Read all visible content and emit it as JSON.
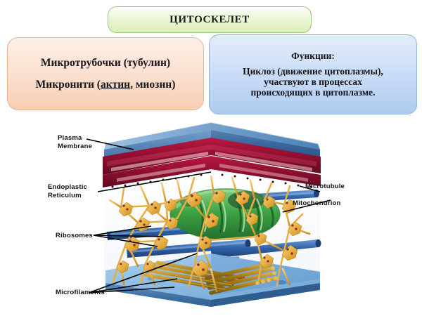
{
  "slide": {
    "title_box": {
      "text": "ЦИТОСКЕЛЕТ",
      "fill_from": "#eef7dd",
      "fill_to": "#dcefb8",
      "border": "#9fc77a"
    },
    "left_box": {
      "line1": "Микротрубочки (тубулин)",
      "line2_pre": "Микронити (",
      "line2_underlined": "актин",
      "line2_post": ", миозин)",
      "fill_from": "#fdf0e8",
      "fill_to": "#f8cdb3",
      "border": "#e8b396"
    },
    "right_box": {
      "heading": "Функции:",
      "line1": "Циклоз (движение цитоплазмы),",
      "line2": "участвуют в процессах",
      "line3": "происходящих в цитоплазме.",
      "fill_from": "#e3edfa",
      "fill_to": "#aecbf0",
      "border": "#8fb3da"
    }
  },
  "diagram": {
    "caption_labels": {
      "plasma_membrane_l1": "Plasma",
      "plasma_membrane_l2": "Membrane",
      "endoplastic_reticulum_l1": "Endoplastic",
      "endoplastic_reticulum_l2": "Reticulum",
      "ribosomes": "Ribosomes",
      "microfilaments": "Microfilaments",
      "microtubule": "Microtubule",
      "mitochondrion": "Mitochondrion"
    },
    "colors": {
      "membrane_blue": "#5b86bf",
      "membrane_blue_dark": "#2f5d93",
      "er_crimson": "#a8123c",
      "er_dark": "#5c0a23",
      "microtubule_blue": "#3f6fb5",
      "mitochondrion_green": "#4bab4e",
      "cytoskeleton_gold": "#e0a93c",
      "ribosome_dot": "#8d2b12",
      "microfilament_gold": "#b8891f",
      "base_plate_blue": "#7fb3e0",
      "leader_line": "#000000"
    }
  }
}
